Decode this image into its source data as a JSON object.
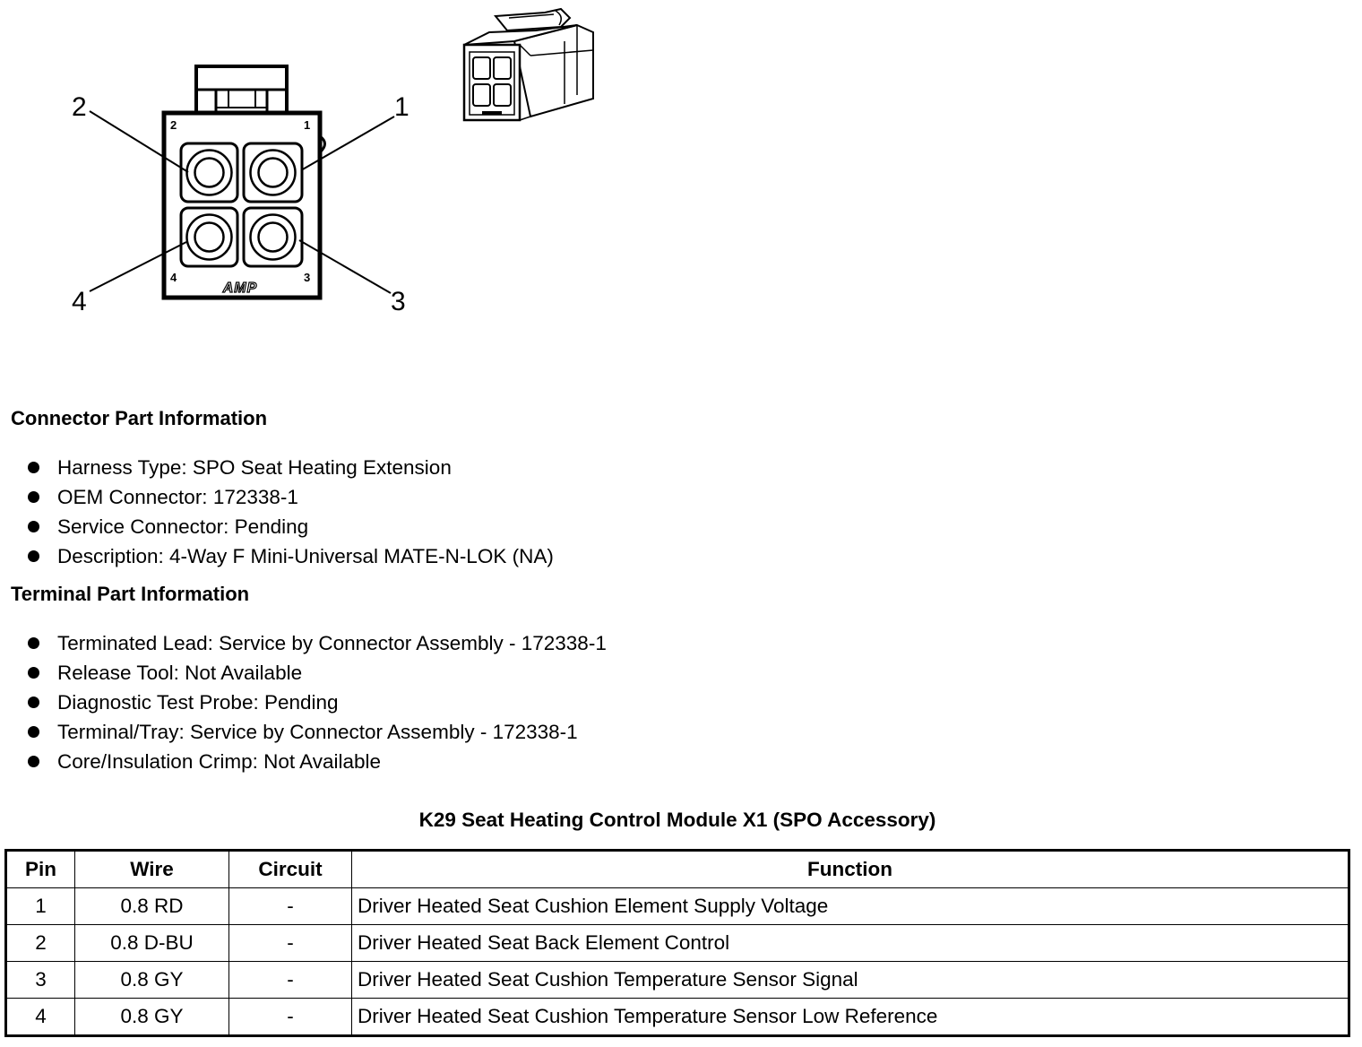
{
  "diagram": {
    "callouts": [
      "1",
      "2",
      "3",
      "4"
    ],
    "cavity_numbers": [
      "1",
      "2",
      "3",
      "4"
    ],
    "brand": "AMP"
  },
  "connector_info": {
    "heading": "Connector Part Information",
    "items": [
      "Harness Type: SPO Seat Heating Extension",
      "OEM Connector: 172338-1",
      "Service Connector: Pending",
      "Description: 4-Way F Mini-Universal MATE-N-LOK (NA)"
    ]
  },
  "terminal_info": {
    "heading": "Terminal Part Information",
    "items": [
      "Terminated Lead: Service by Connector Assembly - 172338-1",
      "Release Tool: Not Available",
      "Diagnostic Test Probe: Pending",
      "Terminal/Tray: Service by Connector Assembly - 172338-1",
      "Core/Insulation Crimp: Not Available"
    ]
  },
  "table": {
    "title": "K29 Seat Heating Control Module X1 (SPO Accessory)",
    "headers": [
      "Pin",
      "Wire",
      "Circuit",
      "Function"
    ],
    "rows": [
      [
        "1",
        "0.8 RD",
        "-",
        "Driver Heated Seat Cushion Element Supply Voltage"
      ],
      [
        "2",
        "0.8 D-BU",
        "-",
        "Driver Heated Seat Back Element Control"
      ],
      [
        "3",
        "0.8 GY",
        "-",
        "Driver Heated Seat Cushion Temperature Sensor Signal"
      ],
      [
        "4",
        "0.8 GY",
        "-",
        "Driver Heated Seat Cushion Temperature Sensor Low Reference"
      ]
    ]
  }
}
